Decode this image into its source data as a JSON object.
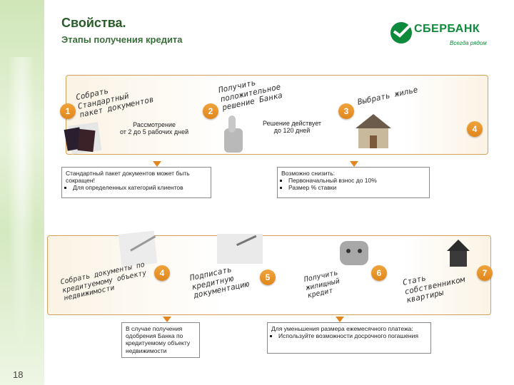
{
  "page": {
    "number": "18"
  },
  "header": {
    "title": "Свойства.",
    "subtitle": "Этапы получения кредита"
  },
  "logo": {
    "name": "СБЕРБАНК",
    "tagline": "Всегда рядом"
  },
  "row1": {
    "steps": [
      {
        "num": "1",
        "text": [
          "Собрать",
          "Стандартный",
          "пакет документов"
        ],
        "sub": [
          "Рассмотрение",
          "от 2 до 5 рабочих дней"
        ]
      },
      {
        "num": "2",
        "text": [
          "Получить",
          "положительное",
          "решение Банка"
        ],
        "sub": [
          "Решение действует",
          "до 120 дней"
        ]
      },
      {
        "num": "3",
        "text": [
          "Выбрать жилье"
        ]
      },
      {
        "num": "4"
      }
    ],
    "note_left": {
      "title": "Стандартный пакет документов может быть сокращен!",
      "bullets": [
        "Для определенных категорий клиентов"
      ]
    },
    "note_right": {
      "title": "Возможно снизить:",
      "bullets": [
        "Первоначальный взнос до 10%",
        "Размер % ставки"
      ]
    }
  },
  "row2": {
    "steps": [
      {
        "num": "4",
        "text": [
          "Собрать документы по",
          "кредитуемому объекту",
          "недвижимости"
        ]
      },
      {
        "num": "5",
        "text": [
          "Подписать",
          "кредитную",
          "документацию"
        ]
      },
      {
        "num": "6",
        "text": [
          "Получить",
          "жилищный",
          "кредит"
        ]
      },
      {
        "num": "7",
        "text": [
          "Стать",
          "собственником",
          "квартиры"
        ]
      }
    ],
    "note_left": {
      "lines": [
        "В случае получения",
        "одобрения Банка по",
        "кредитуемому объекту",
        "недвижимости"
      ]
    },
    "note_right": {
      "title": "Для уменьшения размера ежемесячного платежа:",
      "bullets": [
        "Используйте возможности досрочного погашения"
      ]
    }
  }
}
